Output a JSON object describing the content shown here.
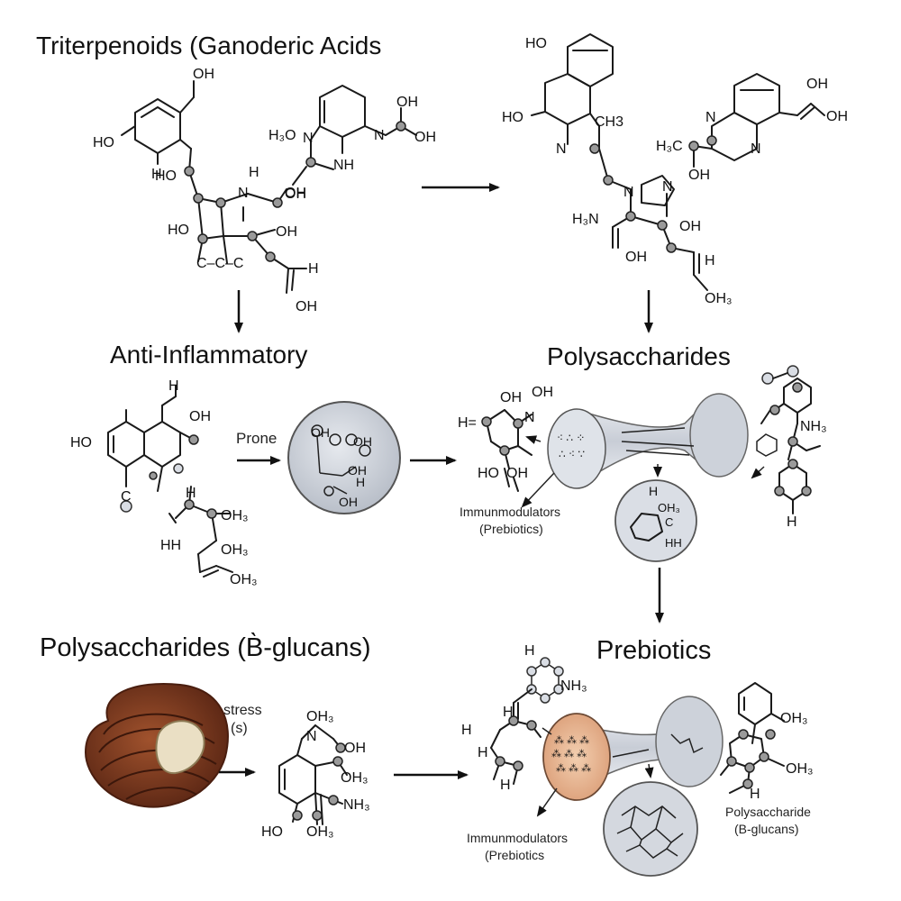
{
  "headings": {
    "triterpenoids": "Triterpenoids (Ganoderic Acids",
    "anti_inflammatory": "Anti-Inflammatory",
    "polysaccharides": "Polysaccharides",
    "polysaccharides_bglucans": "Polysaccharides (B̀-glucans)",
    "prebiotics": "Prebiotics"
  },
  "labels": {
    "prone": "Prone",
    "immunomodulators_mid_1": "Immunmodulators",
    "immunomodulators_mid_2": "(Prebiotics)",
    "estress_1": "E·stress",
    "estress_2": "(s)",
    "immunomodulators_bottom_1": "Immunmodulators",
    "immunomodulators_bottom_2": "(Prebiotics",
    "polysaccharide_bottom_1": "Polysaccharide",
    "polysaccharide_bottom_2": "(B-glucans)"
  },
  "atoms": {
    "oh": "OH",
    "ho": "HO",
    "h": "H",
    "h3o": "H₃O",
    "n": "N",
    "nh": "NH",
    "oh3": "OH₃",
    "ch3": "CH3",
    "h3n": "H₃N",
    "h3c": "H₃C",
    "hh": "HH",
    "nh3": "NH₃",
    "c": "C",
    "h_c_c_c": "C–C–C",
    "h_eq": "H="
  },
  "colors": {
    "background": "#ffffff",
    "ink": "#111111",
    "cell_fill": "#cfd4dc",
    "cell_edge": "#5b6270",
    "mushroom_cap": "#7a3a22",
    "mushroom_stem": "#e8dcc0",
    "vesicle_orange": "#e9b48e"
  }
}
